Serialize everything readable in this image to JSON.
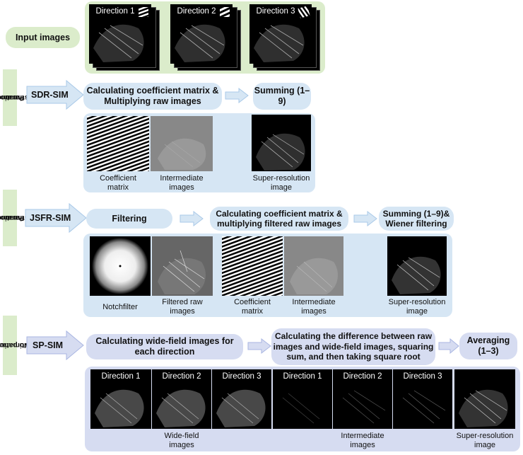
{
  "input": {
    "label": "Input images",
    "directions": [
      "Direction 1",
      "Direction 2",
      "Direction 3"
    ]
  },
  "sdr": {
    "side_label": [
      "Parameter",
      "estimation"
    ],
    "method": "SDR-SIM",
    "step1": "Calculating coefficient matrix & Multiplying raw images",
    "step2": "Summing (1–9)",
    "captions": [
      "Coefficient matrix",
      "Intermediate images",
      "Super-resolution image"
    ]
  },
  "jsfr": {
    "side_label": [
      "Parameter",
      "estimation"
    ],
    "method": "JSFR-SIM",
    "step1": "Filtering",
    "step2": "Calculating coefficient matrix & multiplying filtered raw images",
    "step3": "Summing (1–9)& Wiener filtering",
    "captions": [
      "Notchfilter",
      "Filtered raw images",
      "Coefficient matrix",
      "Intermediate images",
      "Super-resolution image"
    ]
  },
  "sp": {
    "side_label": [
      "No parameter",
      "estimation"
    ],
    "method": "SP-SIM",
    "step1": "Calculating wide-field images for each direction",
    "step2": "Calculating the difference between raw images and wide-field images, squaring sum, and then taking square root",
    "step3": "Averaging (1–3)",
    "wf_dirs": [
      "Direction 1",
      "Direction 2",
      "Direction 3"
    ],
    "int_dirs": [
      "Direction 1",
      "Direction 2",
      "Direction 3"
    ],
    "captions": [
      "Wide-field images",
      "Intermediate images",
      "Super-resolution image"
    ]
  },
  "colors": {
    "green": "#dbeccb",
    "blue": "#d6e6f4",
    "lavender": "#d6dcf1",
    "arrow": "#a9c9e8"
  }
}
